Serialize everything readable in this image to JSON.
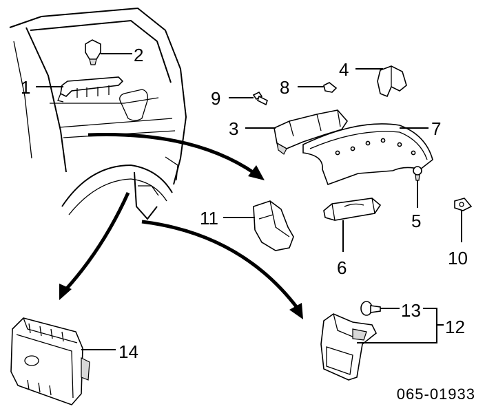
{
  "callouts": {
    "c1": "1",
    "c2": "2",
    "c3": "3",
    "c4": "4",
    "c5": "5",
    "c6": "6",
    "c7": "7",
    "c8": "8",
    "c9": "9",
    "c10": "10",
    "c11": "11",
    "c12": "12",
    "c13": "13",
    "c14": "14"
  },
  "diagram_number": "065-01933"
}
